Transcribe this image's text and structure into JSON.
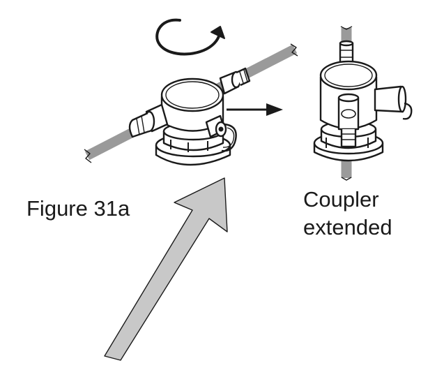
{
  "figure_label": "Figure 31a",
  "coupler_label_line1": "Coupler",
  "coupler_label_line2": "extended",
  "icons": {
    "rotate": "rotate-clockwise-icon",
    "direction": "right-arrow-icon",
    "pointer": "pointer-arrow-icon"
  },
  "colors": {
    "line": "#1a1a1a",
    "tube": "#9a9a9a",
    "pointer_fill": "#c8c8c8"
  }
}
